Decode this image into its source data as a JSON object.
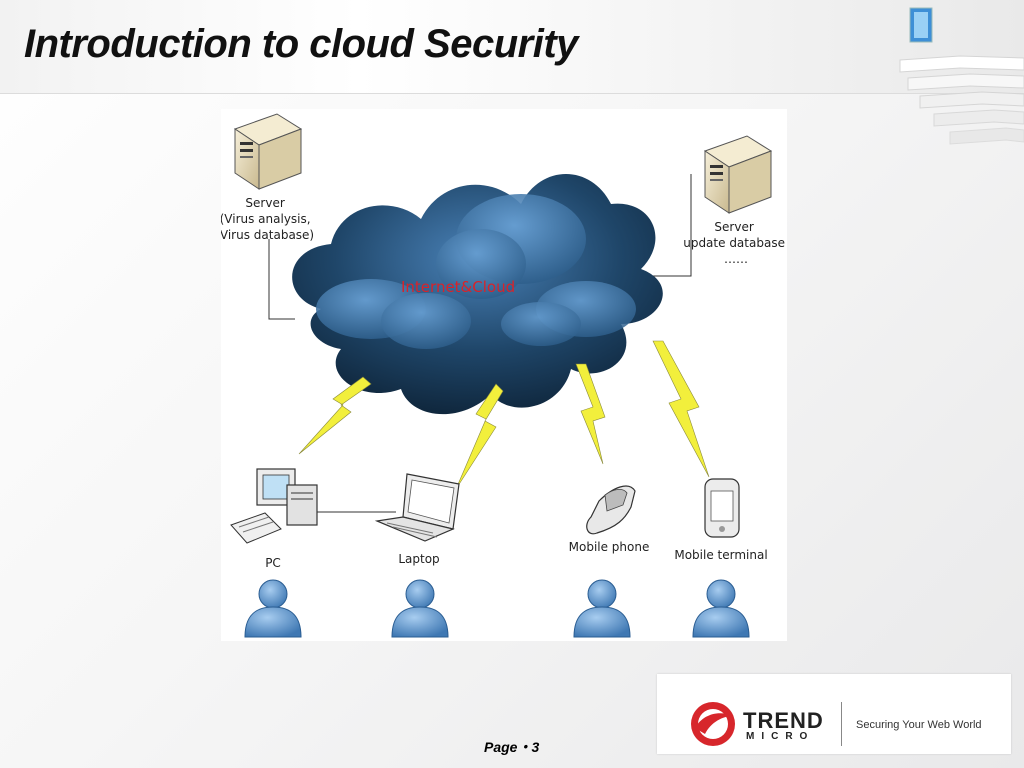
{
  "slide": {
    "title": "Introduction to cloud Security",
    "page_label": "Page・3"
  },
  "diagram": {
    "cloud_label": "Internet&Cloud",
    "server_left": {
      "lines": [
        "Server",
        "(Virus analysis,",
        "Virus database)"
      ]
    },
    "server_right": {
      "lines": [
        "Server",
        "update database",
        "……"
      ]
    },
    "devices": [
      {
        "label": "PC"
      },
      {
        "label": "Laptop"
      },
      {
        "label": "Mobile phone"
      },
      {
        "label": "Mobile terminal"
      }
    ]
  },
  "logo": {
    "brand_top": "TREND",
    "brand_bottom": "MICRO",
    "tagline": "Securing Your Web World"
  },
  "colors": {
    "cloud_dark": "#0d2236",
    "cloud_light": "#4a82b8",
    "cloud_text": "#d8232a",
    "user_fill": "#6fa3d8",
    "bolt": "#f2ef3c",
    "logo_red": "#d7262b"
  }
}
